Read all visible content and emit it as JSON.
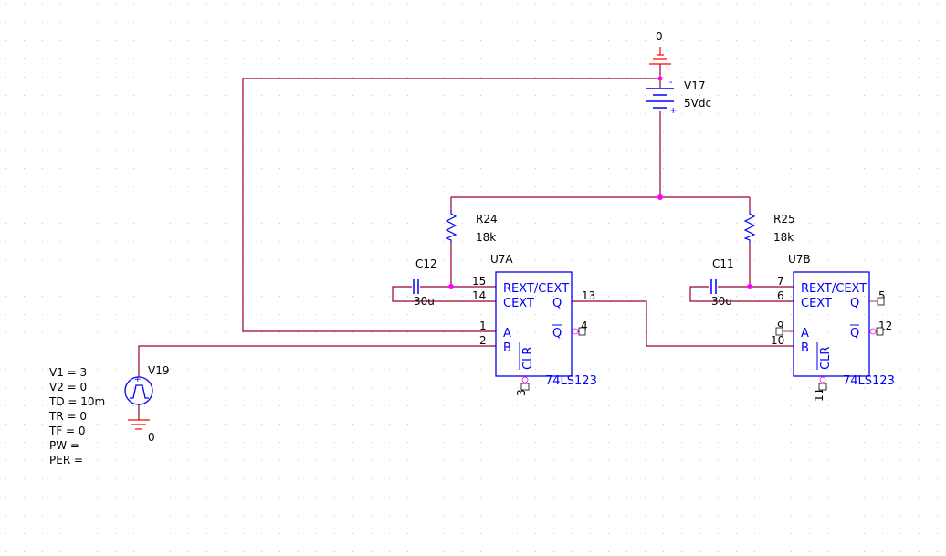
{
  "colors": {
    "wire": "#990033",
    "part": "#0000ff",
    "junction": "#ff00ff",
    "grid": "#c8c8c8",
    "background": "#ffffff"
  },
  "ground_top": {
    "label": "0"
  },
  "ground_bottom": {
    "label": "0"
  },
  "v17": {
    "ref": "V17",
    "value": "5Vdc",
    "plus": "+",
    "minus": "-"
  },
  "r24": {
    "ref": "R24",
    "value": "18k"
  },
  "r25": {
    "ref": "R25",
    "value": "18k"
  },
  "c12": {
    "ref": "C12",
    "value": "30u"
  },
  "c11": {
    "ref": "C11",
    "value": "30u"
  },
  "u7a": {
    "ref": "U7A",
    "part": "74LS123",
    "pin_rext_cext": "REXT/CEXT",
    "pin_cext": "CEXT",
    "pin_a": "A",
    "pin_b": "B",
    "pin_q": "Q",
    "pin_qbar": "Q",
    "pin_clr": "CLR",
    "n15": "15",
    "n14": "14",
    "n13": "13",
    "n1": "1",
    "n2": "2",
    "n4": "4",
    "n3": "3"
  },
  "u7b": {
    "ref": "U7B",
    "part": "74LS123",
    "pin_rext_cext": "REXT/CEXT",
    "pin_cext": "CEXT",
    "pin_a": "A",
    "pin_b": "B",
    "pin_q": "Q",
    "pin_qbar": "Q",
    "pin_clr": "CLR",
    "n7": "7",
    "n6": "6",
    "n5": "5",
    "n9": "9",
    "n10": "10",
    "n12": "12",
    "n11": "11"
  },
  "v19": {
    "ref": "V19",
    "params": [
      "V1 = 3",
      "V2 = 0",
      "TD = 10m",
      "TR = 0",
      "TF = 0",
      "PW =",
      "PER ="
    ]
  }
}
